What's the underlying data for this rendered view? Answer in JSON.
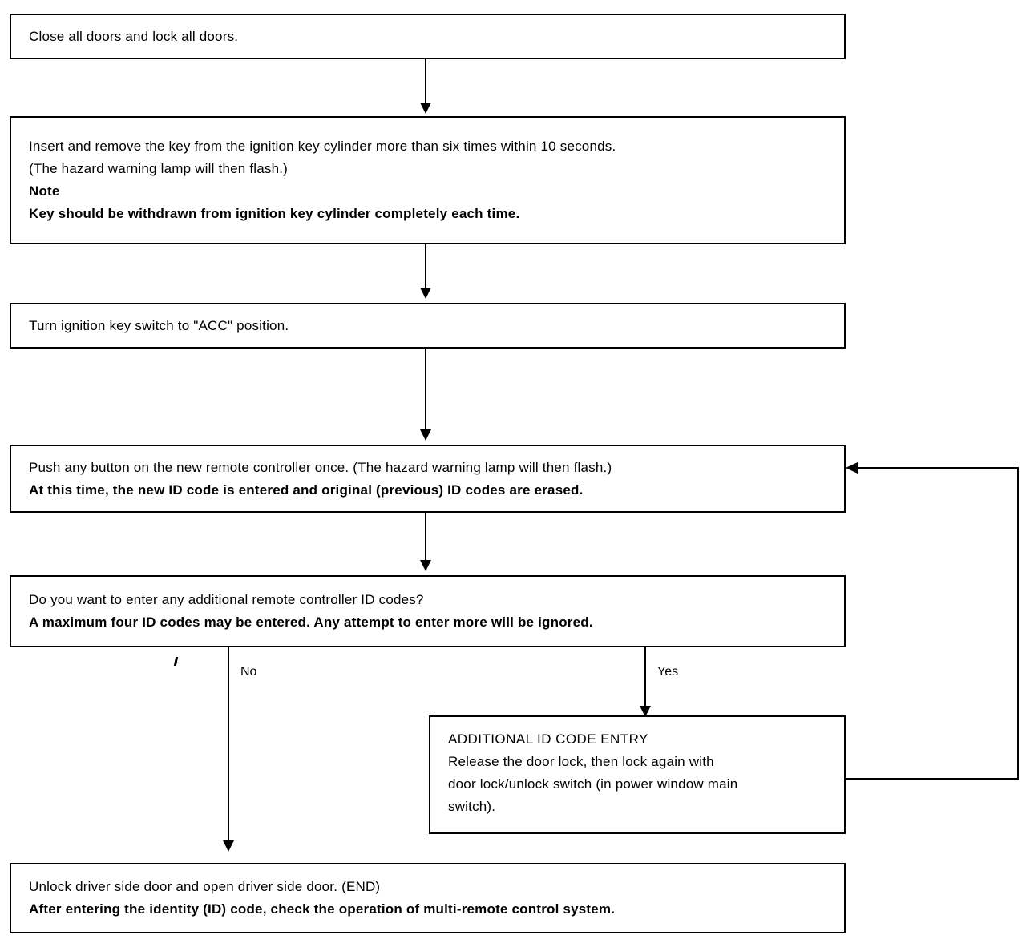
{
  "diagram": {
    "title": "Multi-remote control system ID code entry procedure flowchart",
    "nodes": [
      {
        "id": "close-doors",
        "lines": [
          {
            "text": "Close all doors and lock all doors.",
            "bold": false
          }
        ]
      },
      {
        "id": "insert-remove-key",
        "lines": [
          {
            "text": "Insert and remove the key from the ignition key cylinder more than six times within 10 seconds.",
            "bold": false
          },
          {
            "text": "(The hazard warning lamp will then flash.)",
            "bold": false
          },
          {
            "text": "Note",
            "bold": true
          },
          {
            "text": "Key should be withdrawn from ignition key cylinder completely each time.",
            "bold": true
          }
        ]
      },
      {
        "id": "turn-key-acc",
        "lines": [
          {
            "text": "Turn ignition key switch to \"ACC\" position.",
            "bold": false
          }
        ]
      },
      {
        "id": "push-button",
        "lines": [
          {
            "text": "Push any button on the new remote controller once. (The hazard warning lamp will then flash.)",
            "bold": false
          },
          {
            "text": "At this time, the new ID code is entered and original (previous) ID codes are erased.",
            "bold": true
          }
        ]
      },
      {
        "id": "additional-codes-question",
        "lines": [
          {
            "text": "Do you want to enter any additional remote controller ID codes?",
            "bold": false
          },
          {
            "text": "A maximum four ID codes may be entered. Any attempt to enter more will be ignored.",
            "bold": true
          }
        ]
      },
      {
        "id": "additional-id-code-entry",
        "lines": [
          {
            "text": "ADDITIONAL ID CODE ENTRY",
            "bold": false
          },
          {
            "text": "Release the door lock, then lock again with",
            "bold": false
          },
          {
            "text": "door lock/unlock switch (in power window main",
            "bold": false
          },
          {
            "text": "switch).",
            "bold": false
          }
        ]
      },
      {
        "id": "unlock-open-door-end",
        "lines": [
          {
            "text": "Unlock driver side door and open driver side door. (END)",
            "bold": false
          },
          {
            "text": "After entering the identity (ID) code, check the operation of multi-remote control system.",
            "bold": true
          }
        ]
      }
    ],
    "branch_labels": {
      "no": "No",
      "yes": "Yes"
    },
    "colors": {
      "stroke": "#000000",
      "background": "#ffffff",
      "text": "#000000"
    }
  }
}
